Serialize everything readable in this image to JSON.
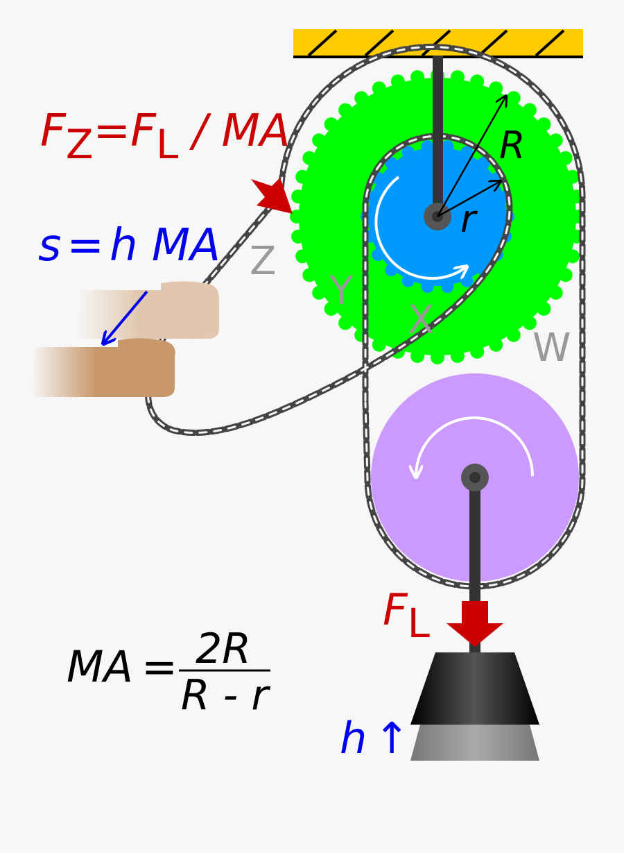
{
  "formulas": {
    "force": {
      "lhs_base": "F",
      "lhs_sub": "Z",
      "eq": "=",
      "rhs_base": "F",
      "rhs_sub": "L",
      "rhs_tail": " / MA"
    },
    "distance": {
      "lhs": "s",
      "eq": "=",
      "rhs": "h MA"
    },
    "advantage": {
      "lhs": "MA",
      "eq": "=",
      "numerator": "2R",
      "denominator": "R - r"
    }
  },
  "labels": {
    "outer_radius": "R",
    "inner_radius": "r",
    "chain_z": "Z",
    "chain_y": "Y",
    "chain_x": "X",
    "chain_w": "W",
    "load_force_base": "F",
    "load_force_sub": "L",
    "lift_height": "h",
    "lift_arrow": "↑"
  },
  "colors": {
    "force": "#cc0000",
    "distance": "#0000ee",
    "outer_sprocket": "#00ff00",
    "inner_sprocket": "#0099ff",
    "lower_pulley": "#cc99ff",
    "ceiling": "#ffcc00",
    "chain": "#555555",
    "chain_label": "#999999",
    "hand": "#c8986a",
    "hand_faded": "#e0c7ad"
  },
  "icons": {
    "upper_pulley_rotation": "clockwise-arrow-icon",
    "lower_pulley_rotation": "counterclockwise-arrow-icon",
    "pull_direction": "arrow-down-left-icon"
  }
}
